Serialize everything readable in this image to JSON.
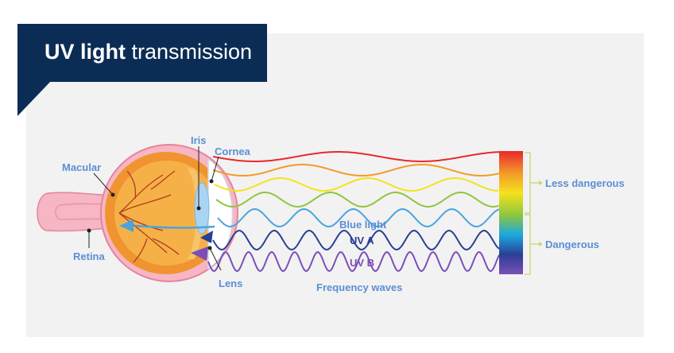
{
  "title": {
    "bold": "UV light",
    "rest": " transmission"
  },
  "labels": {
    "iris": "Iris",
    "cornea": "Cornea",
    "macular": "Macular",
    "retina": "Retina",
    "lens": "Lens",
    "blue_light": "Blue light",
    "uva": "UV A",
    "uvb": "UV B",
    "frequency_waves": "Frequency waves",
    "less_dangerous": "Less dangerous",
    "dangerous": "Dangerous"
  },
  "colors": {
    "title_bg": "#0b2d55",
    "panel_bg": "#f2f2f2",
    "label_blue": "#5b8fd4",
    "uva": "#2a3f94",
    "uvb": "#7b4fb8",
    "bracket": "#c5d96a"
  },
  "waves": [
    {
      "name": "red",
      "color": "#e8282d"
    },
    {
      "name": "orange",
      "color": "#f39a2a"
    },
    {
      "name": "yellow",
      "color": "#f4e21e"
    },
    {
      "name": "green",
      "color": "#8ec63f"
    },
    {
      "name": "blue",
      "color": "#4aa3df"
    },
    {
      "name": "uva",
      "color": "#2a3f94"
    },
    {
      "name": "uvb",
      "color": "#7b4fb8"
    }
  ]
}
